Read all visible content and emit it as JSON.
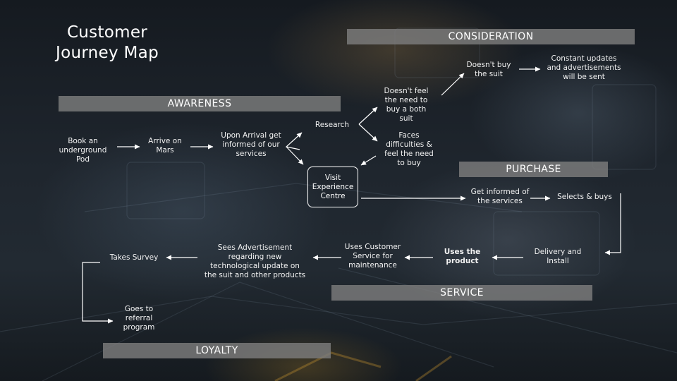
{
  "title": "Customer Journey Map",
  "stages": {
    "consideration": "CONSIDERATION",
    "awareness": "AWARENESS",
    "purchase": "PURCHASE",
    "service": "SERVICE",
    "loyalty": "LOYALTY"
  },
  "nodes": {
    "book_pod": "Book an underground Pod",
    "arrive_mars": "Arrive on Mars",
    "upon_arrival": "Upon Arrival get informed of our services",
    "research": "Research",
    "no_need": "Doesn't feel the need to buy a both suit",
    "doesnt_buy": "Doesn't buy the suit",
    "constant_updates": "Constant updates and advertisements will be sent",
    "faces_difficulties": "Faces difficulties & feel the need to buy",
    "visit_centre": "Visit Experience Centre",
    "get_informed": "Get informed of the services",
    "selects_buys": "Selects & buys",
    "delivery_install": "Delivery and Install",
    "uses_product": "Uses the product",
    "uses_customer_service": "Uses Customer Service for maintenance",
    "sees_advertisement": "Sees Advertisement regarding new technological update on the suit and other products",
    "takes_survey": "Takes Survey",
    "referral": "Goes to referral program"
  },
  "colors": {
    "stage_bar": "#7d7d7d",
    "text": "#ffffff",
    "arrow": "#ffffff"
  }
}
